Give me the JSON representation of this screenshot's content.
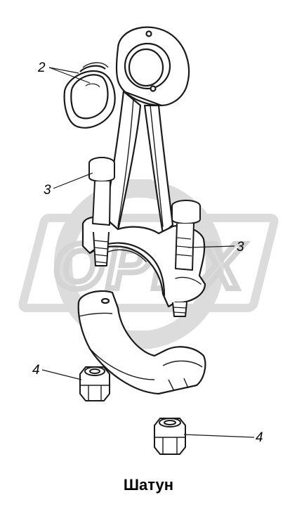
{
  "diagram": {
    "caption": "Шатун",
    "watermark_text": "ОРЕХ",
    "callouts": [
      {
        "id": "bearing-shells",
        "label": "2"
      },
      {
        "id": "bolt-left",
        "label": "3"
      },
      {
        "id": "bolt-right",
        "label": "3"
      },
      {
        "id": "nut-left",
        "label": "4"
      },
      {
        "id": "nut-right",
        "label": "4"
      }
    ],
    "colors": {
      "line": "#1a1a1a",
      "watermark": "#d9d9d9"
    }
  }
}
